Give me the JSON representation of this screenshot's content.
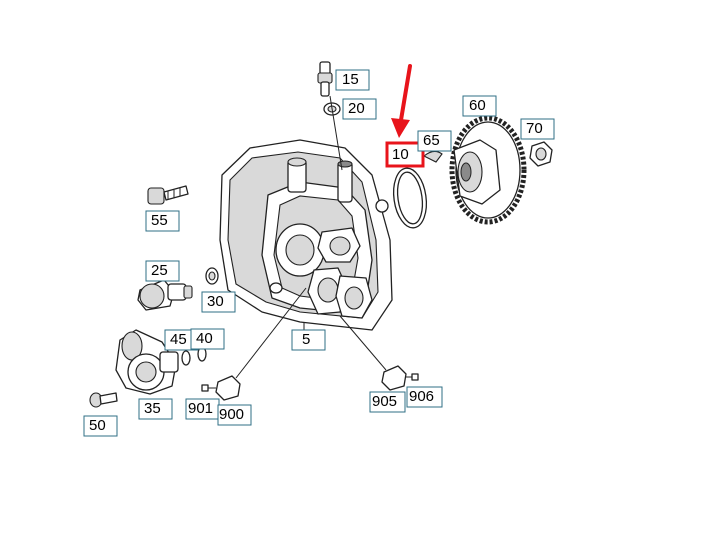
{
  "diagram": {
    "callouts": [
      {
        "id": "15",
        "label": "15"
      },
      {
        "id": "20",
        "label": "20"
      },
      {
        "id": "10",
        "label": "10",
        "highlighted": true
      },
      {
        "id": "65",
        "label": "65"
      },
      {
        "id": "60",
        "label": "60"
      },
      {
        "id": "70",
        "label": "70"
      },
      {
        "id": "55",
        "label": "55"
      },
      {
        "id": "25",
        "label": "25"
      },
      {
        "id": "30",
        "label": "30"
      },
      {
        "id": "45",
        "label": "45"
      },
      {
        "id": "40",
        "label": "40"
      },
      {
        "id": "5",
        "label": "5"
      },
      {
        "id": "35",
        "label": "35"
      },
      {
        "id": "901",
        "label": "901"
      },
      {
        "id": "900",
        "label": "900"
      },
      {
        "id": "905",
        "label": "905"
      },
      {
        "id": "906",
        "label": "906"
      },
      {
        "id": "50",
        "label": "50"
      }
    ],
    "highlight_color": "#e8141b",
    "box_color": "#2f6f86"
  }
}
